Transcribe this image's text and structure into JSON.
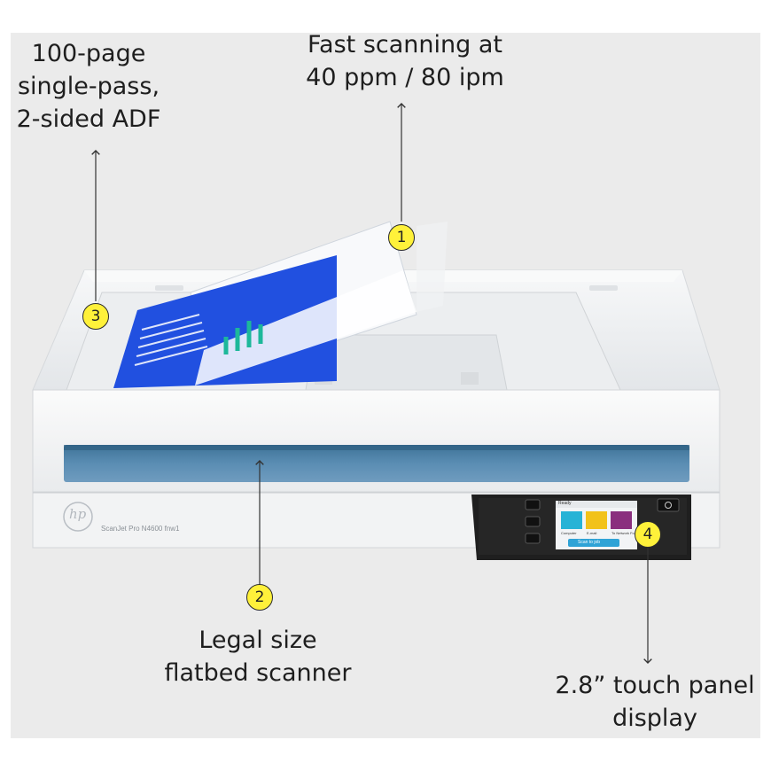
{
  "callouts": [
    {
      "number": "1",
      "lines": [
        "Fast scanning at",
        "40 ppm / 80 ipm"
      ]
    },
    {
      "number": "2",
      "lines": [
        "Legal size",
        "flatbed scanner"
      ]
    },
    {
      "number": "3",
      "lines": [
        "100-page",
        "single-pass,",
        "2-sided ADF"
      ]
    },
    {
      "number": "4",
      "lines": [
        "2.8” touch panel",
        "display"
      ]
    }
  ],
  "scanner": {
    "brand_logo": "hp",
    "model_label": "ScanJet Pro N4600 fnw1",
    "screen": {
      "status": "Ready",
      "tiles": [
        "Computer",
        "E-mail",
        "To Network Folder"
      ],
      "bar_label": "Scan to job"
    },
    "power_icon": "power-icon",
    "side_buttons": [
      "back-icon",
      "home-icon",
      "info-icon"
    ]
  },
  "colors": {
    "badge": "#fff13a",
    "scanner_body": "#f4f5f6",
    "accent_blue": "#4f86ad",
    "document_blue": "#1f4fe0",
    "panel": "#1f1f1f"
  }
}
